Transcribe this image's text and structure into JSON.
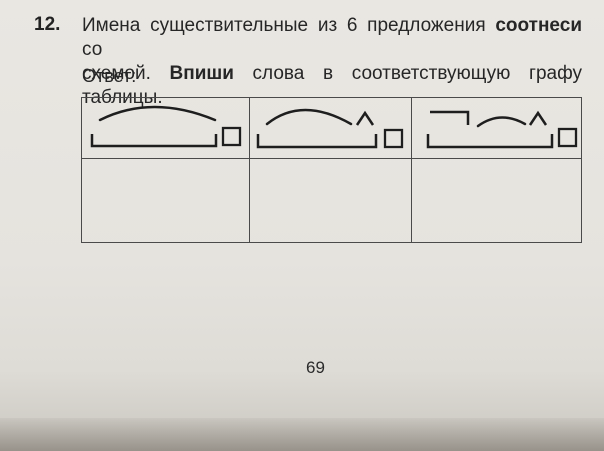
{
  "task": {
    "number": "12.",
    "line1": "Имена существительные из 6 предложения ",
    "line1_bold": "соотнеси",
    "line1_end": " со",
    "line2_start": "схемой. ",
    "line2_bold": "Впиши",
    "line2_end": " слова в соответствующую графу таблицы."
  },
  "answer_label": "Ответ:",
  "table": {
    "schemes": [
      {
        "id": "root-suffix-ending",
        "name": "root-ending-scheme"
      },
      {
        "id": "root-suffix-ending",
        "name": "root-suffix-ending-scheme"
      },
      {
        "id": "prefix-root-suffix-ending",
        "name": "prefix-root-suffix-ending-scheme"
      }
    ],
    "answers": [
      "",
      "",
      ""
    ]
  },
  "page_number": "69",
  "colors": {
    "paper": "#e6e4df",
    "ink": "#262626",
    "lines": "#4a4a4a"
  }
}
